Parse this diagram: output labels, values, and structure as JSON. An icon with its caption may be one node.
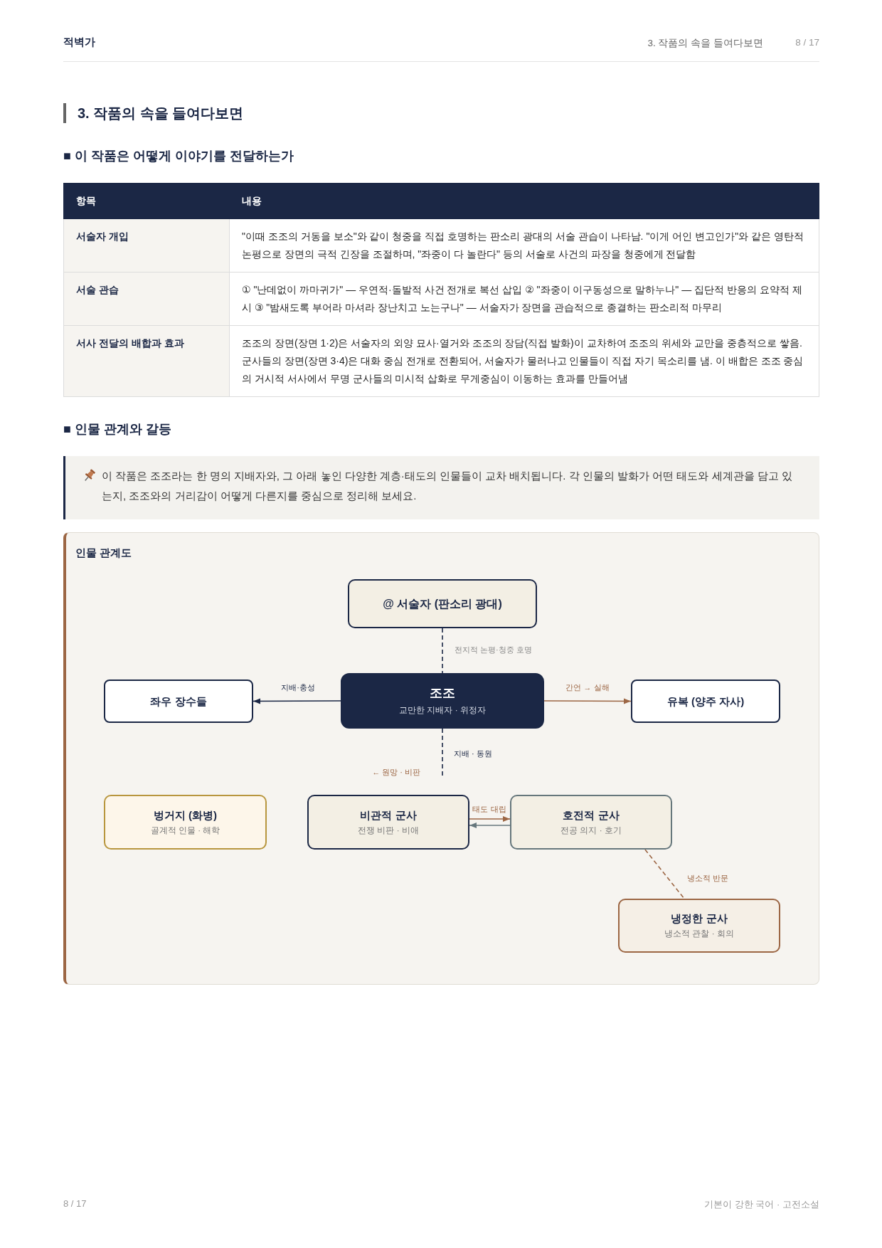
{
  "diagram": {
    "title": "3. 작품의 속을 들여다보면",
    "nodes": [
      {
        "text": [
          "인물 관계도"
        ]
      },
      {
        "text": [
          "@ 서술자 (판소리 광대)"
        ],
        "in": 0
      },
      {
        "text": [
          "좌우 장수들"
        ],
        "in": 0
      },
      {
        "text": [
          "조조",
          "교만한 지배자 · 위정자"
        ],
        "in": 0
      },
      {
        "text": [
          "유복 (양주 자사)"
        ],
        "in": 0
      },
      {
        "text": [
          "벙거지 (화병)",
          "골계적 인물 · 해학"
        ],
        "in": 0
      },
      {
        "text": [
          "비관적 군사",
          "전쟁 비판 · 비애"
        ],
        "in": 0
      },
      {
        "text": [
          "호전적 군사",
          "전공 의지 · 호기"
        ],
        "in": 0
      },
      {
        "text": [
          "냉정한 군사",
          "냉소적 관찰 · 회의"
        ],
        "in": 0
      }
    ],
    "edges": [
      {
        "from": 1,
        "to": 3,
        "arrow": "none",
        "style": "dashed",
        "label": "전지적 논평·청중 호명"
      },
      {
        "from": 3,
        "to": 2,
        "arrow": "to",
        "label": "지배·충성"
      },
      {
        "from": 3,
        "to": 4,
        "arrow": "to",
        "label": "간언 → 실해",
        "color": "#9c6644"
      },
      {
        "from": 3,
        "to": null,
        "arrow": "none",
        "style": "dashed",
        "label": "지배 · 동원"
      },
      {
        "from": 6,
        "to": 7,
        "arrow": "to",
        "label": "태도 대립",
        "color": "#9c6644"
      },
      {
        "from": 7,
        "to": 6,
        "arrow": "to",
        "color": "#66777c"
      },
      {
        "from": 7,
        "to": 8,
        "arrow": "none",
        "style": "dashed",
        "label": "냉소적 반문",
        "color": "#9c6644"
      }
    ],
    "labels": [
      "적벽가",
      "3. 작품의 속을 들여다보면",
      "8 / 17",
      "■ 이 작품은 어떻게 이야기를 전달하는가",
      "항목",
      "내용",
      "서술자 개입",
      "\"이때 조조의 거동을 보소\"와 같이 청중을 직접 호명하는 판소리 광대의 서술 관습이 나타남. \"이게 어인 변고인가\"와 같은 영탄적 논평으로 장면의 극적 긴장을 조절하며, \"좌중이 다 놀란다\" 등의 서술로 사건의 파장을 청중에게 전달함",
      "서술 관습",
      "① \"난데없이 까마귀가\" — 우연적·돌발적 사건 전개로 복선 삽입 ② \"좌중이 이구동성으로 말하누나\" — 집단적 반응의 요약적 제시 ③ \"밤새도록 부어라 마셔라 장난치고 노는구나\" — 서술자가 장면을 관습적으로 종결하는 판소리적 마무리",
      "서사 전달의 배합과 효과",
      "조조의 장면(장면 1·2)은 서술자의 외양 묘사·열거와 조조의 장담(직접 발화)이 교차하여 조조의 위세와 교만을 중층적으로 쌓음. 군사들의 장면(장면 3·4)은 대화 중심 전개로 전환되어, 서술자가 물러나고 인물들이 직접 자기 목소리를 냄. 이 배합은 조조 중심의 거시적 서사에서 무명 군사들의 미시적 삽화로 무게중심이 이동하는 효과를 만들어냄",
      "■ 인물 관계와 갈등",
      "이 작품은 조조라는 한 명의 지배자와, 그 아래 놓인 다양한 계층·태도의 인물들이 교차 배치됩니다. 각 인물의 발화가 어떤 태도와 세계관을 담고 있는지, 조조와의 거리감이 어떻게 다른지를 중심으로 정리해 보세요.",
      "← 원망 · 비판",
      "8 / 17",
      "기본이 강한 국어 · 고전소설"
    ]
  }
}
